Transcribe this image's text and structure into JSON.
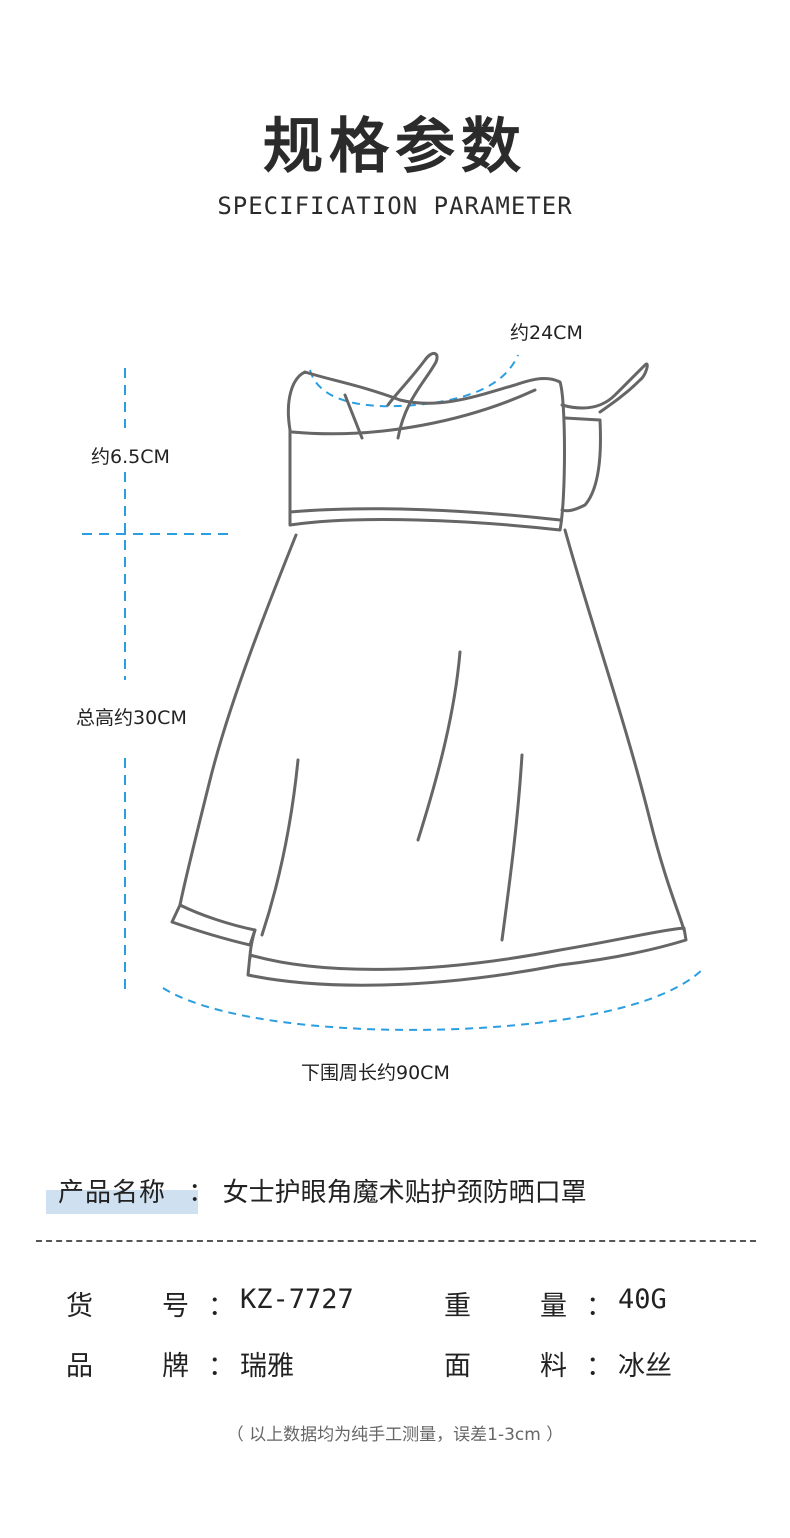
{
  "header": {
    "title": "规格参数",
    "subtitle": "SPECIFICATION PARAMETER"
  },
  "dimensions": {
    "strap_length": "约24CM",
    "top_height": "约6.5CM",
    "total_height": "总高约30CM",
    "bottom_circumference": "下围周长约90CM"
  },
  "product": {
    "name_label": "产品名称",
    "name_sep": "：",
    "name_value": "女士护眼角魔术贴护颈防晒口罩"
  },
  "specs": [
    {
      "label_a": "货",
      "label_b": "号",
      "sep": "：",
      "value": "KZ-7727"
    },
    {
      "label_a": "重",
      "label_b": "量",
      "sep": "：",
      "value": "40G"
    },
    {
      "label_a": "品",
      "label_b": "牌",
      "sep": "：",
      "value": "瑞雅"
    },
    {
      "label_a": "面",
      "label_b": "料",
      "sep": "：",
      "value": "冰丝"
    }
  ],
  "note": "（ 以上数据均为纯手工测量，误差1-3cm ）",
  "colors": {
    "guide_blue": "#2a9ee0",
    "outline_gray": "#666666",
    "highlight": "#cfe0f1"
  }
}
